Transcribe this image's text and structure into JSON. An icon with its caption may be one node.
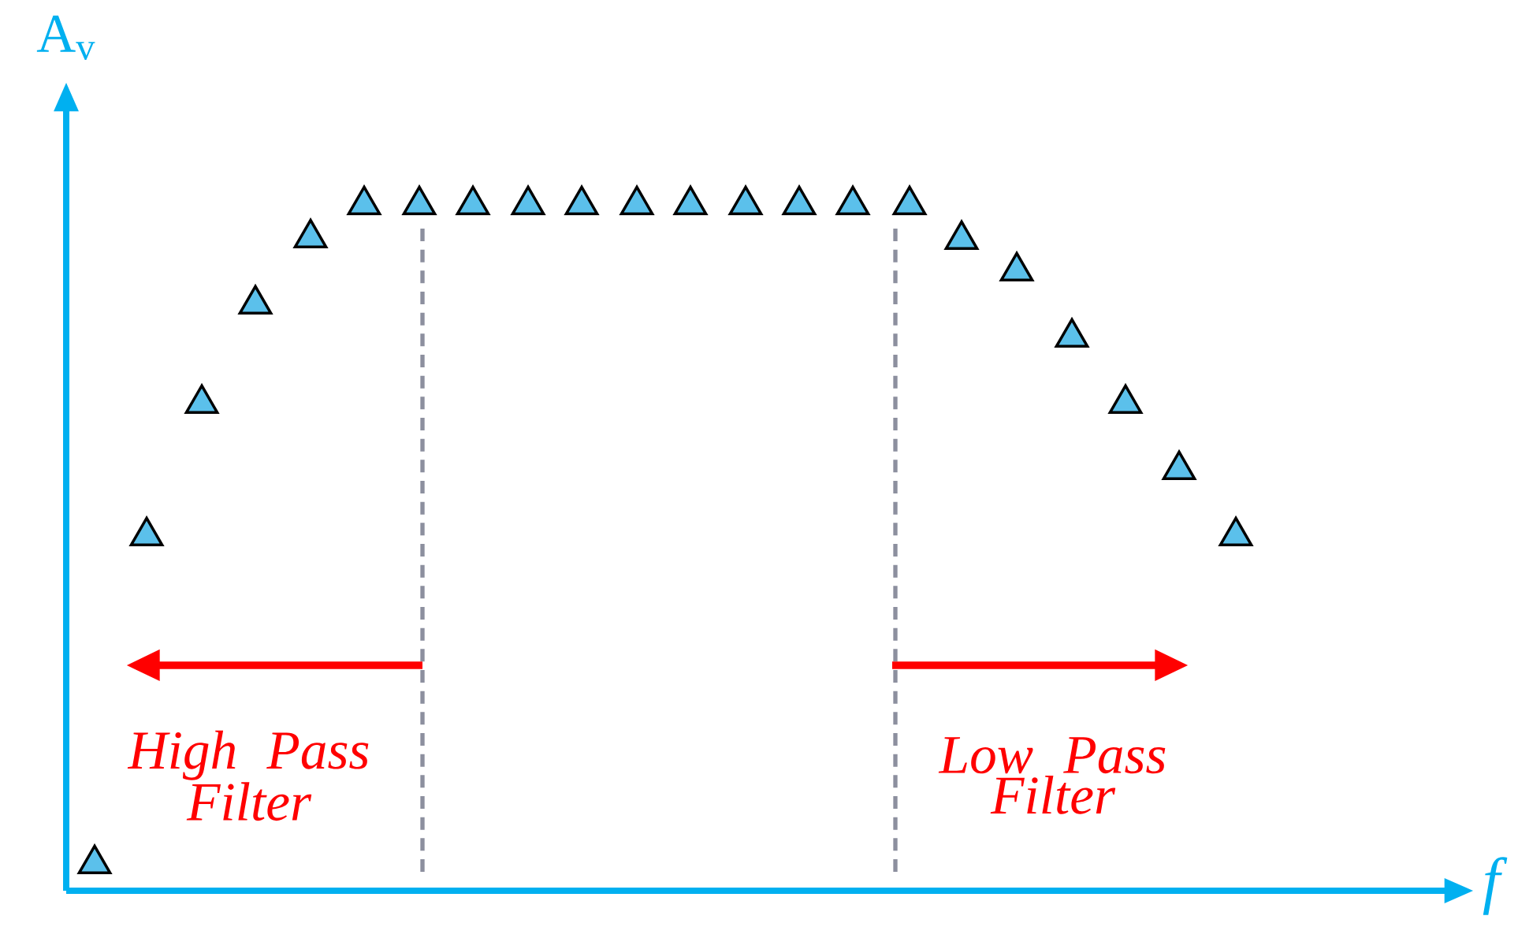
{
  "diagram": {
    "labels": [
      "A$_{v}$",
      "High Pass Filter",
      "Low Pass Filter",
      "f"
    ]
  }
}
